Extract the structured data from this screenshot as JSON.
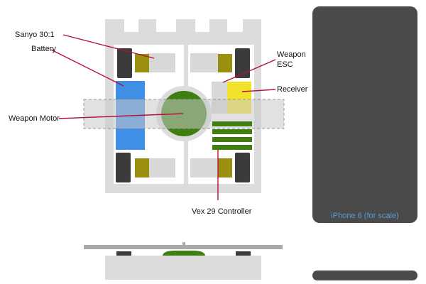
{
  "labels": {
    "sanyo": "Sanyo 30:1",
    "battery": "Battery",
    "weapon_esc_1": "Weapon",
    "weapon_esc_2": "ESC",
    "receiver": "Receiver",
    "weapon_motor": "Weapon Motor",
    "controller": "Vex 29 Controller",
    "phone": "iPhone 6 (for scale)"
  },
  "colors": {
    "frame": "#dcdcdc",
    "wheel": "#3b3b3b",
    "gearmotor": "#9b8f10",
    "battery": "#3f8fe6",
    "receiver": "#f2e22a",
    "weapon_motor": "#3f7f12",
    "controller": "#3f7f12",
    "weapon_bar": "#c8c8c8",
    "leader_line": "#b3123a",
    "phone": "#4a4a4a",
    "phone_label": "#5a9ad8"
  }
}
